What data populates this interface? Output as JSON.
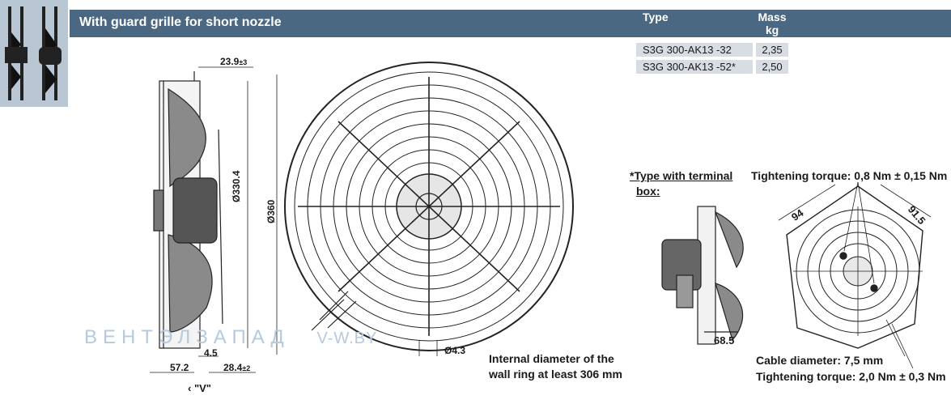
{
  "header": {
    "title": "With guard grille for short nozzle",
    "col_type": "Type",
    "col_mass_line1": "Mass",
    "col_mass_line2": "kg"
  },
  "models": [
    {
      "type": "S3G 300-AK13 -32",
      "mass": "2,35"
    },
    {
      "type": "S3G 300-AK13 -52*",
      "mass": "2,50"
    }
  ],
  "dimensions": {
    "d_23_9": "23.9",
    "d_23_9_tol": "±3",
    "d_330_4": "Ø330.4",
    "d_360": "Ø360",
    "d_4_5": "4.5",
    "d_57_2": "57.2",
    "d_28_4": "28.4",
    "d_28_4_tol": "±2",
    "d_4_3": "Ø4.3",
    "d_68_5": "68.5",
    "d_94": "94",
    "d_91_5": "91.5",
    "view_label": "\"V\""
  },
  "notes": {
    "terminal_box_line1": "*Type with terminal",
    "terminal_box_line2": "box:",
    "torque_top": "Tightening torque: 0,8 Nm ± 0,15 Nm",
    "wall_ring_line1": "Internal diameter of the",
    "wall_ring_line2": "wall ring at least 306 mm",
    "cable_diameter": "Cable diameter: 7,5 mm",
    "torque_bottom": "Tightening torque: 2,0 Nm ± 0,3 Nm"
  },
  "watermark": {
    "text": "ВЕНТЭЛЗАПАД",
    "url": "V-W.BY"
  },
  "colors": {
    "header_bg": "#4b6882",
    "row_bg": "#d7dde3",
    "watermark": "#b7c9dd"
  }
}
